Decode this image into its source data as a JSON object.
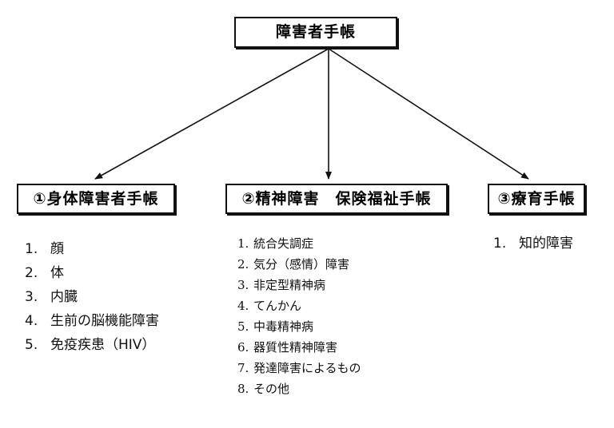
{
  "root": {
    "title": "障害者手帳"
  },
  "categories": [
    {
      "title": "①身体障害者手帳",
      "items": [
        {
          "num": "1.",
          "text": "顔"
        },
        {
          "num": "2.",
          "text": "体"
        },
        {
          "num": "3.",
          "text": "内臓"
        },
        {
          "num": "4.",
          "text": "生前の脳機能障害"
        },
        {
          "num": "5.",
          "text": "免疫疾患（HIV）"
        }
      ]
    },
    {
      "title": "②精神障害　保険福祉手帳",
      "items": [
        {
          "num": "1.",
          "text": "統合失調症"
        },
        {
          "num": "2.",
          "text": "気分（感情）障害"
        },
        {
          "num": "3.",
          "text": "非定型精神病"
        },
        {
          "num": "4.",
          "text": "てんかん"
        },
        {
          "num": "5.",
          "text": "中毒精神病"
        },
        {
          "num": "6.",
          "text": "器質性精神障害"
        },
        {
          "num": "7.",
          "text": "発達障害によるもの"
        },
        {
          "num": "8.",
          "text": "その他"
        }
      ]
    },
    {
      "title": "③療育手帳",
      "items": [
        {
          "num": "1.",
          "text": "知的障害"
        }
      ]
    }
  ],
  "colors": {
    "line": "#111111",
    "background": "#ffffff"
  }
}
